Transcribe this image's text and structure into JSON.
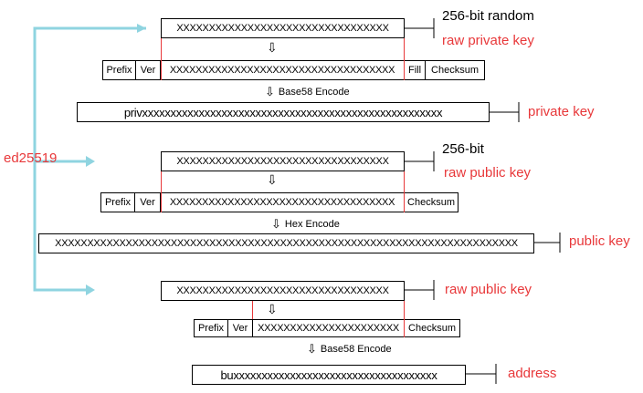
{
  "colors": {
    "accent_red": "#e8383a",
    "arrow_blue": "#8fd4e0"
  },
  "side_label": "ed25519",
  "section1": {
    "top_value": "XXXXXXXXXXXXXXXXXXXXXXXXXXXXXXXXX",
    "label_top": "256-bit random",
    "label_raw": "raw private key",
    "prefix": "Prefix",
    "ver": "Ver",
    "mid_value": "XXXXXXXXXXXXXXXXXXXXXXXXXXXXXXXXXXX",
    "fill": "Fill",
    "checksum": "Checksum",
    "encode": "Base58 Encode",
    "result_value": "privxxxxxxxxxxxxxxxxxxxxxxxxxxxxxxxxxxxxxxxxxxxxxxxxxxxxx",
    "result_label": "private key"
  },
  "section2": {
    "top_value": "XXXXXXXXXXXXXXXXXXXXXXXXXXXXXXXXX",
    "label_top": "256-bit",
    "label_raw": "raw public key",
    "prefix": "Prefix",
    "ver": "Ver",
    "mid_value": "XXXXXXXXXXXXXXXXXXXXXXXXXXXXXXXXXXX",
    "checksum": "Checksum",
    "encode": "Hex Encode",
    "result_value": "XXXXXXXXXXXXXXXXXXXXXXXXXXXXXXXXXXXXXXXXXXXXXXXXXXXXXXXXXXXXXXXXXXXXXXXX",
    "result_label": "public key"
  },
  "section3": {
    "top_value": "XXXXXXXXXXXXXXXXXXXXXXXXXXXXXXXXX",
    "label_raw": "raw public key",
    "prefix": "Prefix",
    "ver": "Ver",
    "mid_value": "XXXXXXXXXXXXXXXXXXXXXX",
    "checksum": "Checksum",
    "encode": "Base58 Encode",
    "result_value": "buxxxxxxxxxxxxxxxxxxxxxxxxxxxxxxxxxxxx",
    "result_label": "address"
  }
}
